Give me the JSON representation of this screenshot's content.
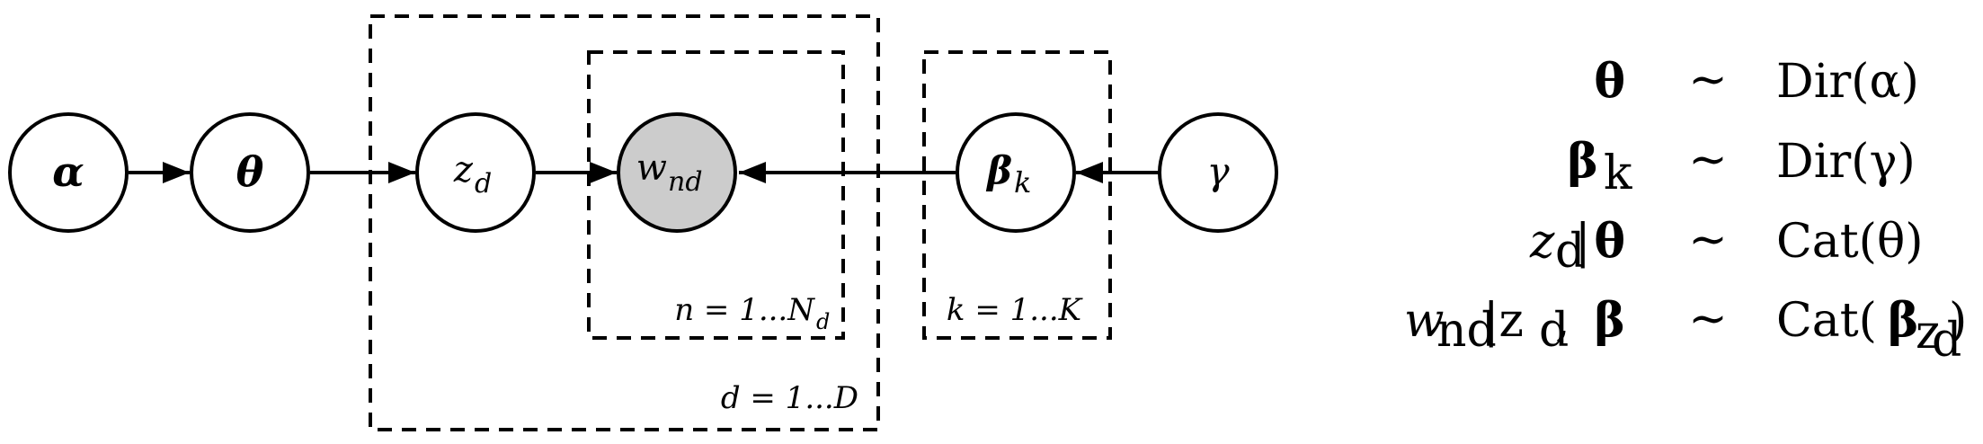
{
  "nodes": {
    "alpha": {
      "symbol": "α"
    },
    "theta": {
      "symbol": "θ"
    },
    "z": {
      "symbol": "z",
      "sub": "d"
    },
    "w": {
      "symbol": "w",
      "sub": "nd"
    },
    "beta": {
      "symbol": "β",
      "sub": "k"
    },
    "gamma": {
      "symbol": "γ"
    }
  },
  "plates": {
    "documents": "d = 1...D",
    "words": {
      "main": "n = 1...N",
      "sub": "d"
    },
    "topics": "k = 1...K"
  },
  "equations": [
    {
      "lhs": "θ",
      "rel": "~",
      "rhs": "Dir(α)"
    },
    {
      "lhs": "β",
      "lhs_sub": "k",
      "rel": "~",
      "rhs": "Dir(γ)"
    },
    {
      "lhs_pre": "z",
      "lhs_pre_sub": "d",
      "lhs_mid": "|",
      "lhs": "θ",
      "rel": "~",
      "rhs": "Cat(θ)"
    },
    {
      "lhs_pre": "w",
      "lhs_pre_sub": "nd",
      "lhs_mid": "|z",
      "lhs_mid_sub": "d",
      "lhs_post": ", ",
      "lhs": "β",
      "rel": "~",
      "rhs_pre": "Cat(",
      "rhs": "β",
      "rhs_sub": "z",
      "rhs_subsub": "d",
      "rhs_post": ")"
    }
  ],
  "colors": {
    "observed_fill": "#cccccc",
    "stroke": "#000000"
  }
}
